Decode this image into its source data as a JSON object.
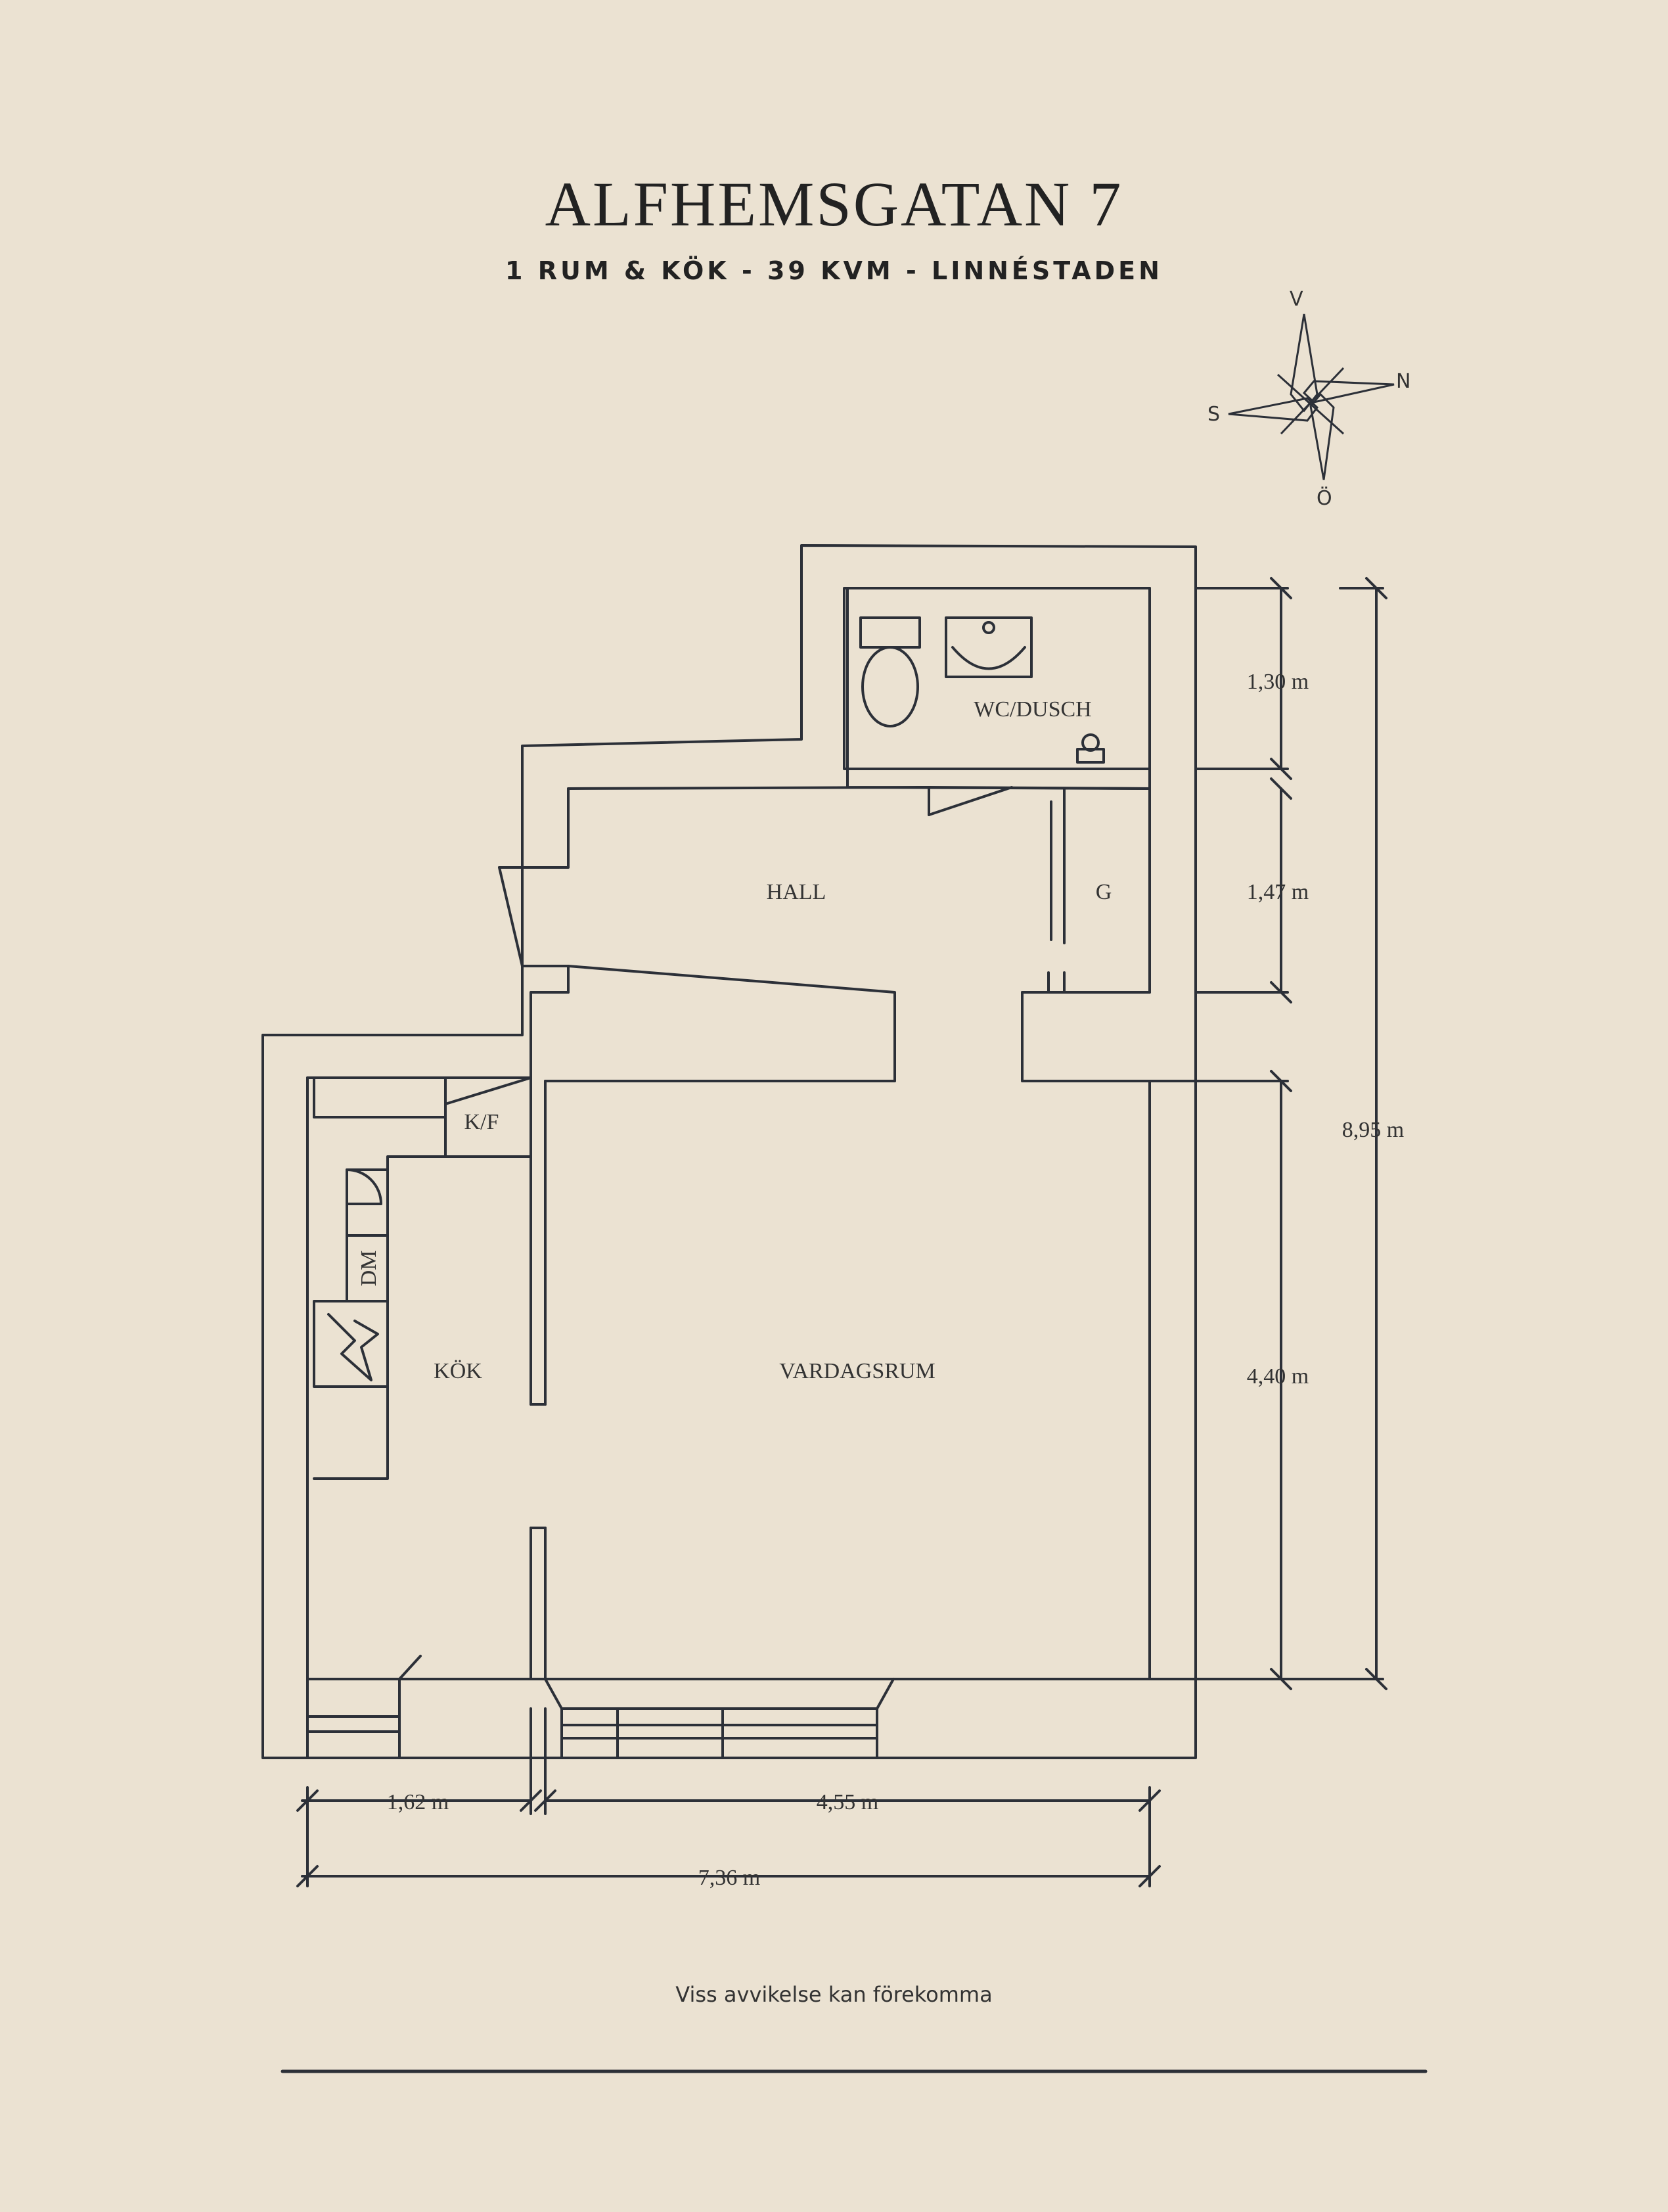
{
  "header": {
    "title": "ALFHEMSGATAN 7",
    "subtitle": "1 RUM & KÖK  -  39 KVM  -  LINNÉSTADEN"
  },
  "compass": {
    "v": "V",
    "n": "N",
    "s": "S",
    "o": "Ö"
  },
  "rooms": {
    "wc": "WC/DUSCH",
    "hall": "HALL",
    "g": "G",
    "kf": "K/F",
    "dm": "DM",
    "kok": "KÖK",
    "vardagsrum": "VARDAGSRUM"
  },
  "dimensions": {
    "wc_height": "1,30 m",
    "hall_height": "1,47 m",
    "total_height": "8,95 m",
    "living_height": "4,40 m",
    "kitchen_width": "1,62 m",
    "living_width": "4,55 m",
    "total_width": "7,36 m"
  },
  "footer": {
    "disclaimer": "Viss avvikelse kan förekomma"
  },
  "colors": {
    "background": "#ebe2d2",
    "line": "#2c3038",
    "text": "#222222"
  }
}
